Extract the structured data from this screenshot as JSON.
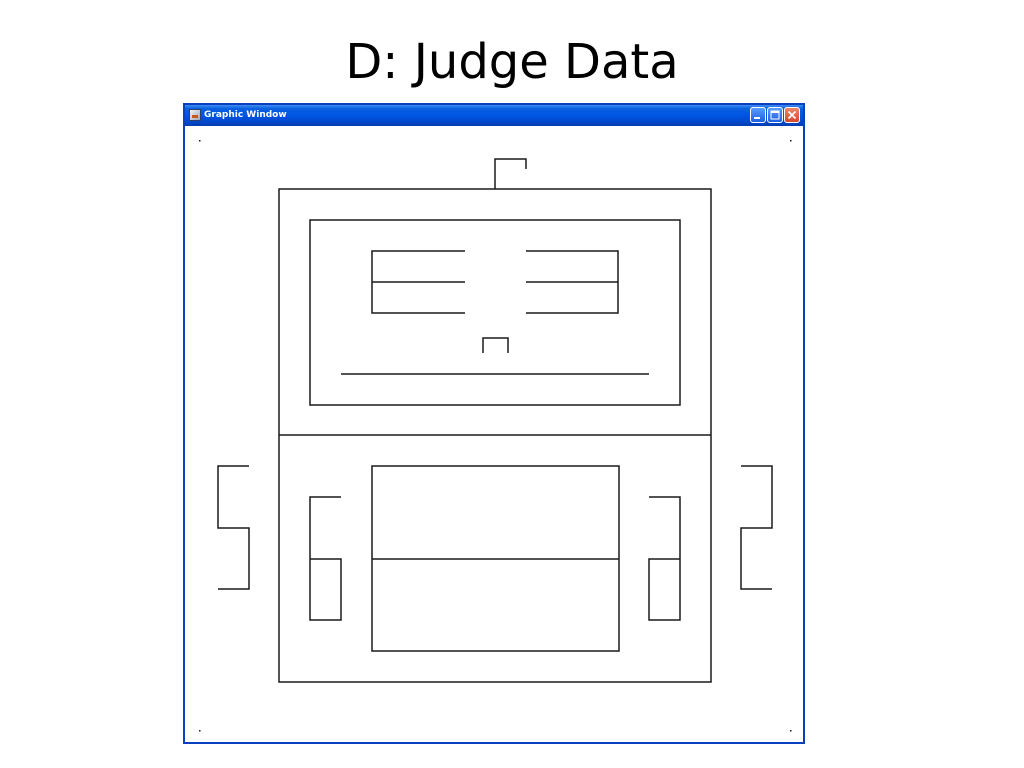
{
  "slide": {
    "title": "D: Judge Data"
  },
  "window": {
    "title": "Graphic Window",
    "icons": {
      "app": "java-cup-icon",
      "minimize": "minimize-icon",
      "maximize": "maximize-icon",
      "close": "close-icon"
    },
    "colors": {
      "titlebar": "#0054e3",
      "close_button": "#d2482a",
      "drawing_stroke": "#1a1a1a"
    }
  },
  "drawing": {
    "description_shapes": [
      "body-outer-frame",
      "face-panel",
      "antenna",
      "left-eye",
      "right-eye",
      "nose",
      "mouth",
      "torso-panel",
      "left-arm",
      "right-arm",
      "left-hand",
      "right-hand",
      "left-side-bracket",
      "right-side-bracket"
    ]
  }
}
